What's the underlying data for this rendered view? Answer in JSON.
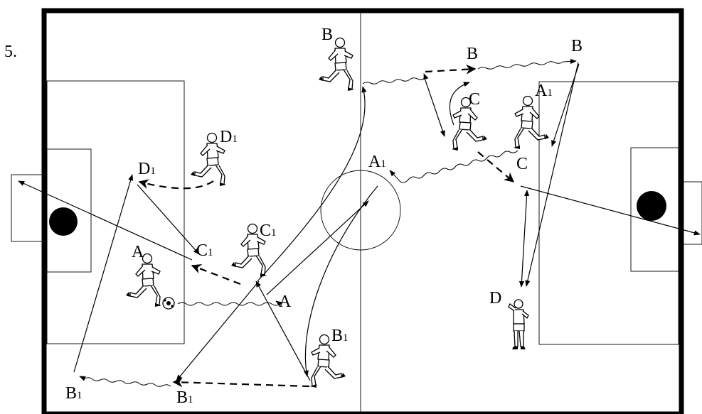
{
  "exercise_number": "5.",
  "labels": {
    "B_top_left": "B",
    "B_mid": "B",
    "B_right": "B",
    "C_top": "C",
    "A1_right": {
      "main": "A",
      "sub": "1"
    },
    "A1_center": {
      "main": "A",
      "sub": "1"
    },
    "C_right": "C",
    "D1_player": {
      "main": "D",
      "sub": "1"
    },
    "D1_point": {
      "main": "D",
      "sub": "1"
    },
    "C1_player": {
      "main": "C",
      "sub": "1"
    },
    "C1_point": {
      "main": "C",
      "sub": "1"
    },
    "A_player": "A",
    "A_point": "A",
    "B1_player": {
      "main": "B",
      "sub": "1"
    },
    "B1_bottom_left": {
      "main": "B",
      "sub": "1"
    },
    "B1_bottom_mid": {
      "main": "B",
      "sub": "1"
    },
    "D_player": "D"
  }
}
